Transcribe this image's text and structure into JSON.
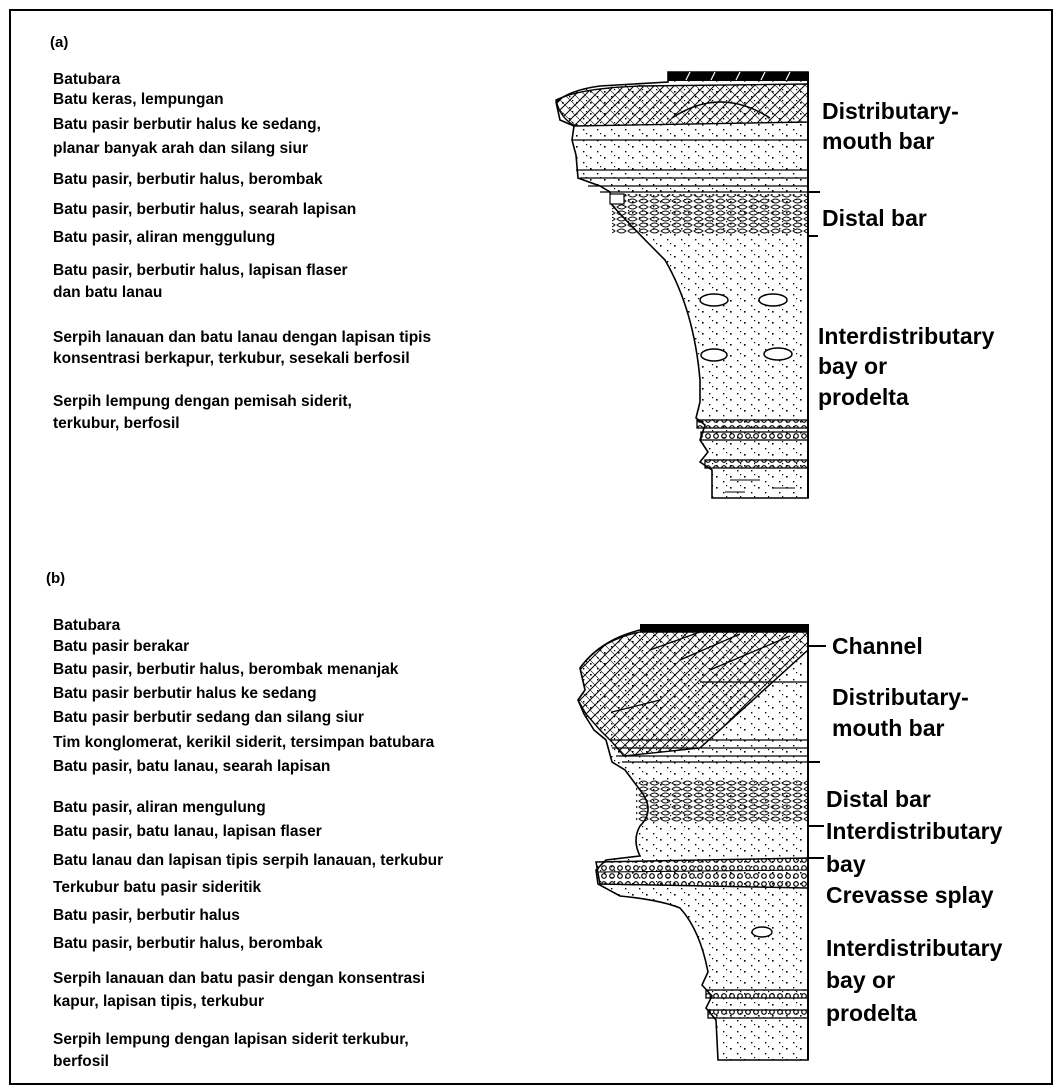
{
  "panel_a": {
    "label": "(a)",
    "descriptions": [
      "Batubara",
      "Batu keras, lempungan",
      "Batu pasir berbutir halus ke sedang,",
      "planar banyak arah dan silang siur",
      "Batu pasir, berbutir halus, berombak",
      "Batu pasir, berbutir halus, searah lapisan",
      "Batu pasir, aliran menggulung",
      "Batu pasir, berbutir halus, lapisan flaser",
      "dan batu lanau",
      "Serpih lanauan dan batu lanau dengan lapisan tipis",
      "konsentrasi berkapur, terkubur, sesekali berfosil",
      "Serpih lempung dengan pemisah siderit,",
      "terkubur, berfosil"
    ],
    "environments": [
      [
        "Distributary-",
        "mouth bar"
      ],
      [
        "Distal bar"
      ],
      [
        "Interdistributary",
        "bay or",
        "prodelta"
      ]
    ]
  },
  "panel_b": {
    "label": "(b)",
    "descriptions": [
      "Batubara",
      "Batu pasir berakar",
      "Batu pasir, berbutir halus, berombak menanjak",
      "Batu pasir berbutir halus ke sedang",
      "Batu pasir berbutir sedang dan silang siur",
      "Tim konglomerat, kerikil siderit, tersimpan batubara",
      "Batu pasir, batu lanau, searah lapisan",
      "Batu pasir, aliran mengulung",
      "Batu pasir, batu lanau, lapisan flaser",
      "Batu lanau dan lapisan tipis serpih lanauan, terkubur",
      "Terkubur batu pasir sideritik",
      "Batu pasir, berbutir halus",
      "Batu pasir, berbutir halus, berombak",
      "Serpih lanauan dan batu pasir dengan konsentrasi",
      "kapur, lapisan tipis, terkubur",
      "Serpih lempung dengan lapisan siderit terkubur,",
      "berfosil"
    ],
    "environments": [
      [
        "Channel"
      ],
      [
        "Distributary-",
        "mouth bar"
      ],
      [
        "Distal bar"
      ],
      [
        "Interdistributary"
      ],
      [
        "bay"
      ],
      [
        "Crevasse splay"
      ],
      [
        "Interdistributary",
        "bay or",
        "prodelta"
      ]
    ]
  }
}
